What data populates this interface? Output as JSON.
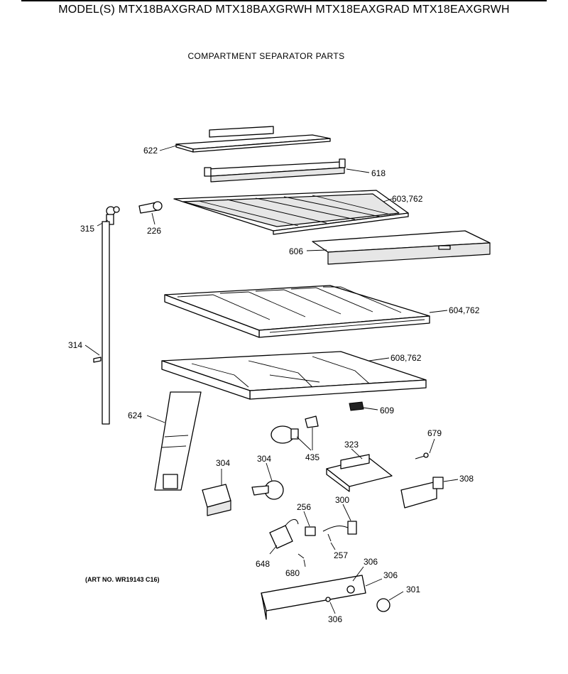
{
  "header": {
    "models": "MODEL(S) MTX18BAXGRAD  MTX18BAXGRWH  MTX18EAXGRAD  MTX18EAXGRWH",
    "section_title": "COMPARTMENT SEPARATOR PARTS"
  },
  "art_number": "(ART NO. WR19143 C16)",
  "callouts": {
    "c622": "622",
    "c618": "618",
    "c603": "603,762",
    "c315": "315",
    "c226": "226",
    "c606": "606",
    "c604": "604,762",
    "c314": "314",
    "c608": "608,762",
    "c609": "609",
    "c624": "624",
    "c679": "679",
    "c435": "435",
    "c323": "323",
    "c308": "308",
    "c304a": "304",
    "c304b": "304",
    "c256": "256",
    "c300": "300",
    "c257": "257",
    "c648": "648",
    "c680": "680",
    "c306a": "306",
    "c306b": "306",
    "c306c": "306",
    "c301": "301"
  }
}
